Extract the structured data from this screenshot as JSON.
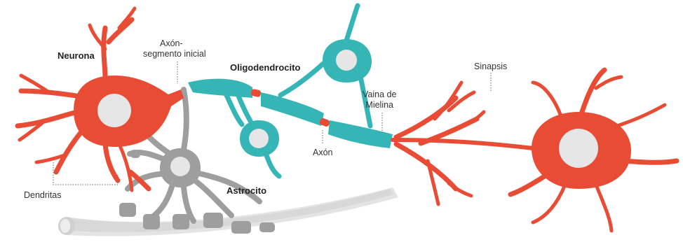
{
  "labels": {
    "neurona": "Neurona",
    "axon_segmento_line1": "Axón-",
    "axon_segmento_line2": "segmento inicial",
    "oligodendrocito": "Oligodendrocito",
    "vaina_line1": "Vaina de",
    "vaina_line2": "Mielina",
    "sinapsis": "Sinapsis",
    "axon": "Axón",
    "astrocito": "Astrocito",
    "dendritas": "Dendritas"
  },
  "colors": {
    "neuron": "#e84c35",
    "oligodendrocyte": "#35b5b5",
    "astrocyte": "#9e9e9e",
    "nucleus": "#e6e6e6",
    "vessel": "#e4e4e4"
  }
}
